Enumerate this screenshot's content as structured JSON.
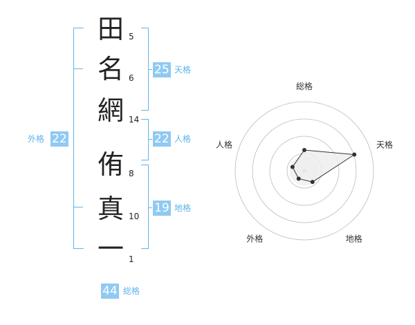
{
  "characters": [
    {
      "char": "田",
      "strokes": "5"
    },
    {
      "char": "名",
      "strokes": "6"
    },
    {
      "char": "網",
      "strokes": "14"
    },
    {
      "char": "侑",
      "strokes": "8"
    },
    {
      "char": "真",
      "strokes": "10"
    },
    {
      "char": "一",
      "strokes": "1"
    }
  ],
  "kaku": {
    "tenkaku": {
      "value": "25",
      "label": "天格"
    },
    "jinkaku": {
      "value": "22",
      "label": "人格"
    },
    "chikaku": {
      "value": "19",
      "label": "地格"
    },
    "gaikaku": {
      "value": "22",
      "label": "外格"
    },
    "soukaku": {
      "value": "44",
      "label": "総格"
    }
  },
  "chart_data": {
    "type": "radar",
    "axes": [
      "総格",
      "天格",
      "地格",
      "外格",
      "人格"
    ],
    "values": [
      1.5,
      3.8,
      1.0,
      0.7,
      0.9
    ],
    "range": [
      0,
      5
    ],
    "rings": 4,
    "colors": {
      "fill": "#eeeeee",
      "stroke": "#333333",
      "grid": "#bbbbbb",
      "point": "#333333"
    }
  }
}
